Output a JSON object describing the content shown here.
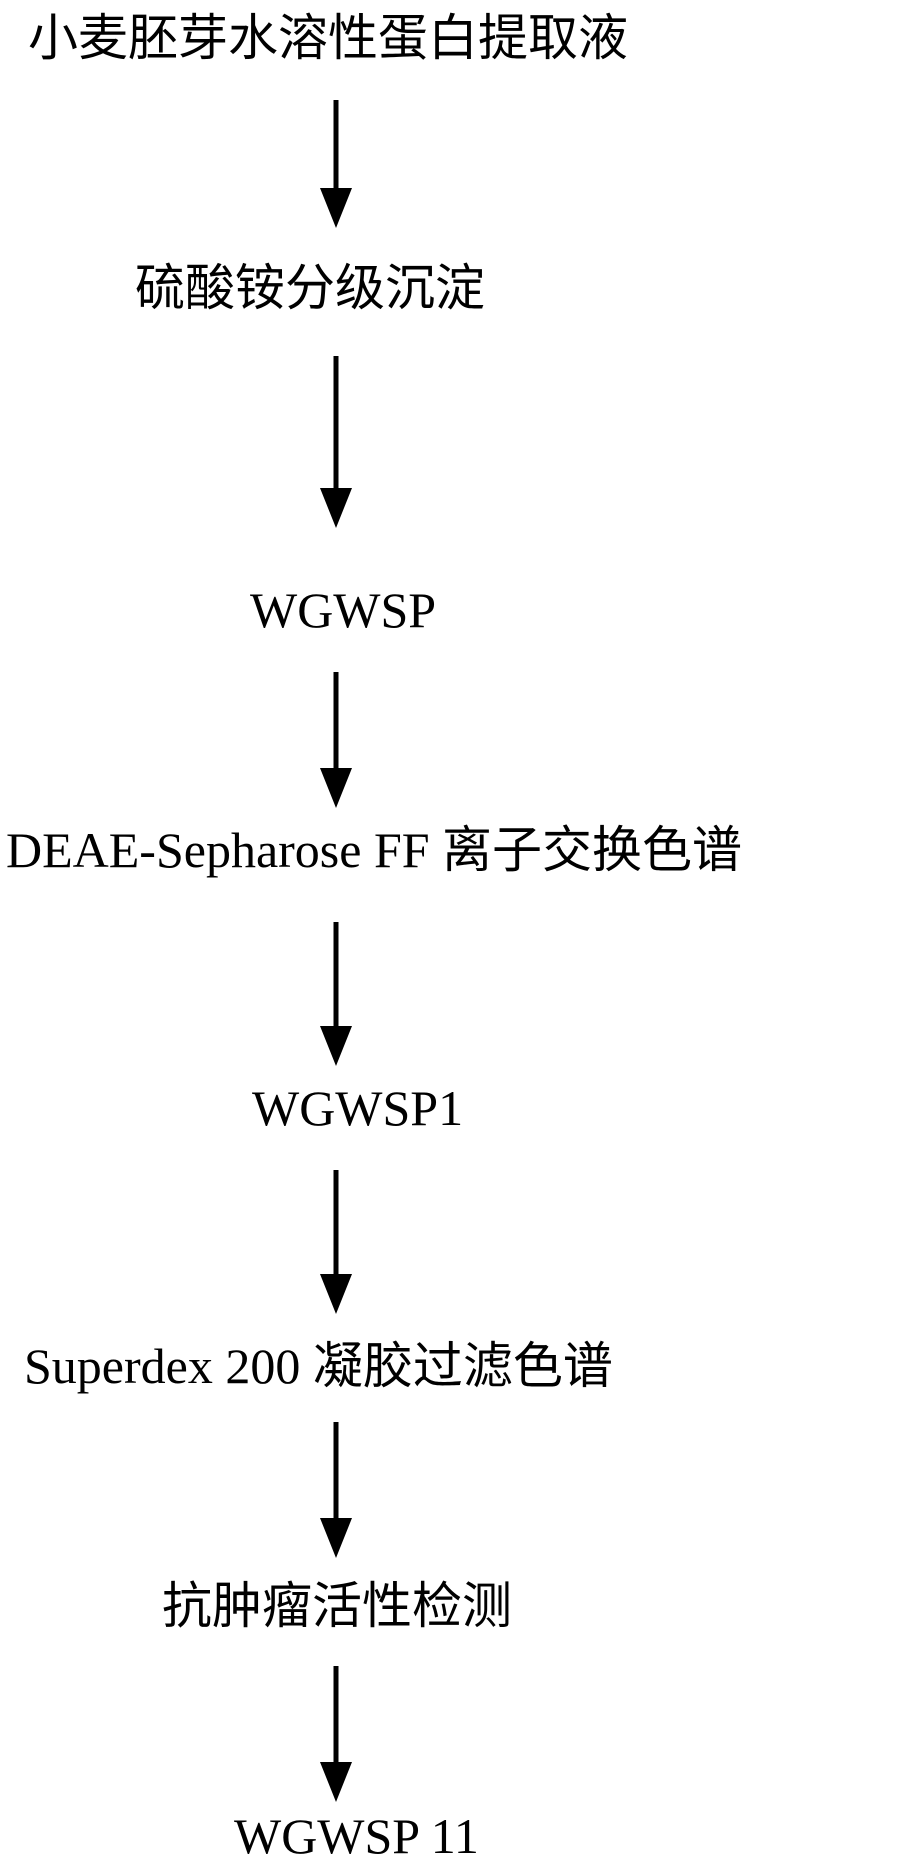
{
  "flowchart": {
    "steps": [
      {
        "label": "小麦胚芽水溶性蛋白提取液"
      },
      {
        "label": "硫酸铵分级沉淀"
      },
      {
        "label": "WGWSP"
      },
      {
        "label": "DEAE-Sepharose FF 离子交换色谱"
      },
      {
        "label": "WGWSP1"
      },
      {
        "label": "Superdex 200 凝胶过滤色谱"
      },
      {
        "label": "抗肿瘤活性检测"
      },
      {
        "label": "WGWSP 11"
      }
    ],
    "arrow_color": "#000000"
  }
}
